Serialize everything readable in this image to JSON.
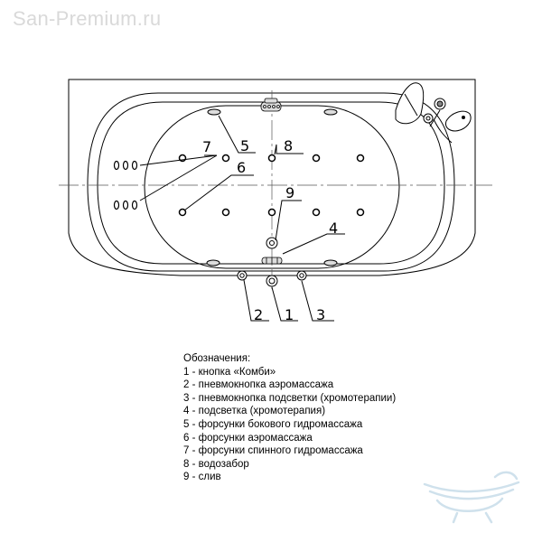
{
  "watermark": "San-Premium.ru",
  "callouts": {
    "c1": "1",
    "c2": "2",
    "c3": "3",
    "c4": "4",
    "c5": "5",
    "c6": "6",
    "c7": "7",
    "c8": "8",
    "c9": "9"
  },
  "legend": {
    "title": "Обозначения:",
    "items": [
      "1 - кнопка «Комби»",
      "2 - пневмокнопка аэромассажа",
      "3 - пневмокнопка подсветки (хромотерапии)",
      "4 - подсветка (хромотерапия)",
      "5 - форсунки бокового гидромассажа",
      "6 - форсунки аэромассажа",
      "7 - форсунки спинного гидромассажа",
      "8 - водозабор",
      "9 - слив"
    ]
  }
}
